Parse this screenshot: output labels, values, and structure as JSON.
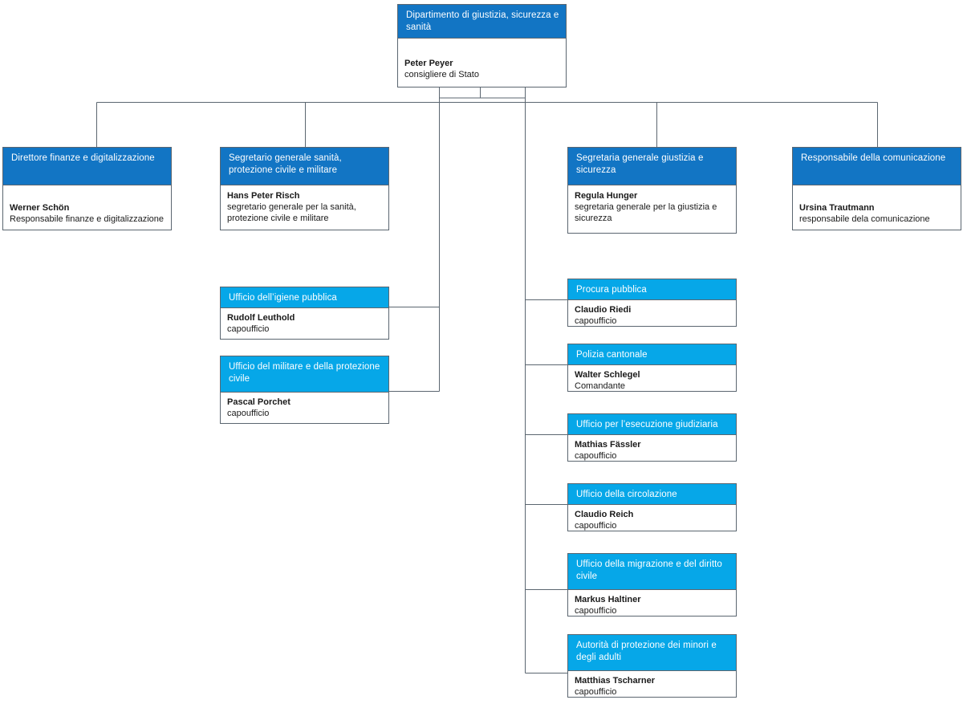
{
  "meta": {
    "colors": {
      "header_dark": "#1275c4",
      "header_light": "#06a7e8",
      "border": "#5b6670",
      "background": "#ffffff",
      "text": "#1a1a1a",
      "header_text": "#ffffff"
    }
  },
  "root": {
    "title": "Dipartimento di giustizia, sicurezza e sanità",
    "name": "Peter Peyer",
    "role": "consigliere di Stato"
  },
  "level2": [
    {
      "id": "fin",
      "title": "Direttore finanze e digitalizzazione",
      "name": "Werner Schön",
      "role": "Responsabile finanze e digitalizzazione"
    },
    {
      "id": "san",
      "title": "Segretario generale sanità, protezione civile e militare",
      "name": "Hans Peter Risch",
      "role": "segretario generale per la sanità, protezione civile e militare"
    },
    {
      "id": "giu",
      "title": "Segretaria generale giustizia e sicurezza",
      "name": "Regula Hunger",
      "role": "segretaria generale per la giustizia e sicurezza"
    },
    {
      "id": "com",
      "title": "Responsabile della comunicazione",
      "name": "Ursina Trautmann",
      "role": "responsabile dela comunicazione"
    }
  ],
  "left_units": [
    {
      "id": "ig",
      "title": "Ufficio dell’igiene pubblica",
      "name": "Rudolf Leuthold",
      "role": "capoufficio"
    },
    {
      "id": "mil",
      "title": "Ufficio del militare e della protezione civile",
      "name": "Pascal Porchet",
      "role": "capoufficio"
    }
  ],
  "right_units": [
    {
      "id": "pro",
      "title": "Procura pubblica",
      "name": "Claudio Riedi",
      "role": "capoufficio"
    },
    {
      "id": "pol",
      "title": "Polizia cantonale",
      "name": "Walter Schlegel",
      "role": "Comandante"
    },
    {
      "id": "ese",
      "title": "Ufficio per l’esecuzione giudiziaria",
      "name": "Mathias Fässler",
      "role": "capoufficio"
    },
    {
      "id": "cir",
      "title": "Ufficio della circolazione",
      "name": "Claudio Reich",
      "role": "capoufficio"
    },
    {
      "id": "mig",
      "title": "Ufficio della migrazione e del diritto civile",
      "name": "Markus Haltiner",
      "role": "capoufficio"
    },
    {
      "id": "aut",
      "title": "Autorità di protezione dei minori e degli adulti",
      "name": "Matthias Tscharner",
      "role": "capoufficio"
    }
  ]
}
